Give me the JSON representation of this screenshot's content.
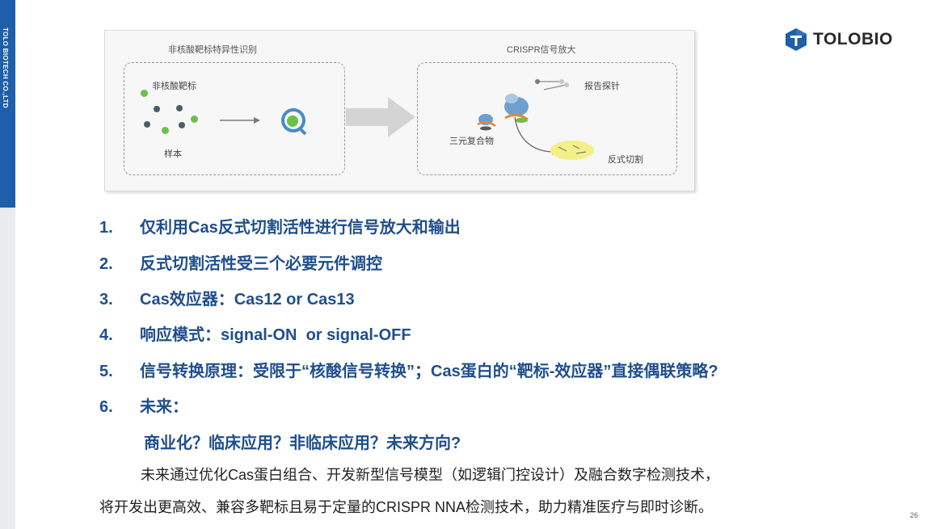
{
  "sidebar": {
    "company": "TOLO BIOTECH CO.,LTD"
  },
  "brand": {
    "name": "TOLOBIO",
    "color": "#1f5ea8"
  },
  "diagram": {
    "left_title": "非核酸靶标特异性识别",
    "right_title": "CRISPR信号放大",
    "target_label": "非核酸靶标",
    "sample_label": "样本",
    "probe_label": "报告探针",
    "complex_label": "三元复合物",
    "cleavage_label": "反式切割"
  },
  "items": [
    {
      "num": "1.",
      "text": "仅利用Cas反式切割活性进行信号放大和输出"
    },
    {
      "num": "2.",
      "text": "反式切割活性受三个必要元件调控"
    },
    {
      "num": "3.",
      "text": "Cas效应器：Cas12 or Cas13"
    },
    {
      "num": "4.",
      "text": "响应模式：signal-ON  or signal-OFF"
    },
    {
      "num": "5.",
      "text": "信号转换原理：受限于“核酸信号转换”；Cas蛋白的“靶标-效应器”直接偶联策略?"
    },
    {
      "num": "6.",
      "text": "未来："
    }
  ],
  "future_questions": "商业化？临床应用？非临床应用？未来方向?",
  "paragraph": {
    "line1": "未来通过优化Cas蛋白组合、开发新型信号模型（如逻辑门控设计）及融合数字检测技术，",
    "line2": "将开发出更高效、兼容多靶标且易于定量的CRISPR NNA检测技术，助力精准医疗与即时诊断。"
  },
  "page_number": "26"
}
